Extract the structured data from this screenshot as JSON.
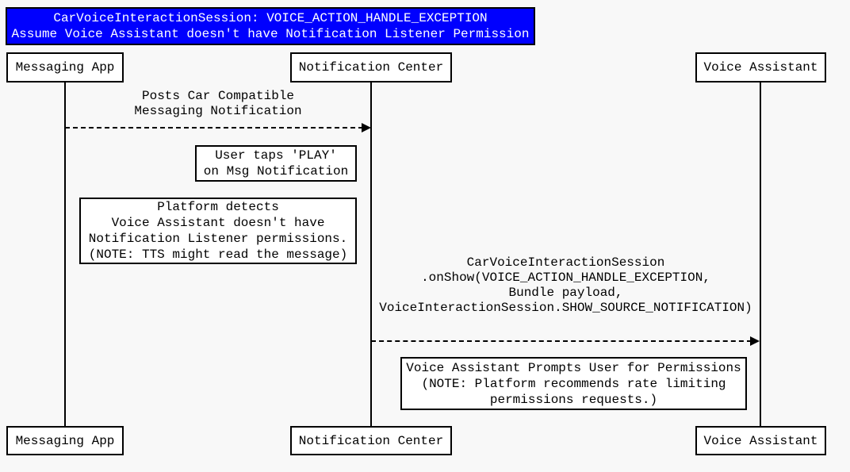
{
  "diagram": {
    "type": "sequence",
    "title": {
      "line1": "CarVoiceInteractionSession: VOICE_ACTION_HANDLE_EXCEPTION",
      "line2": "Assume Voice Assistant doesn't have Notification Listener Permission"
    },
    "actors": [
      {
        "id": "messaging-app",
        "label": "Messaging App"
      },
      {
        "id": "notification-center",
        "label": "Notification Center"
      },
      {
        "id": "voice-assistant",
        "label": "Voice Assistant"
      }
    ],
    "messages": [
      {
        "from": "Messaging App",
        "to": "Notification Center",
        "style": "dashed-arrow",
        "lines": [
          "Posts Car Compatible",
          "Messaging Notification"
        ]
      },
      {
        "from": "Notification Center",
        "to": "Voice Assistant",
        "style": "dashed-arrow",
        "lines": [
          "CarVoiceInteractionSession",
          ".onShow(VOICE_ACTION_HANDLE_EXCEPTION,",
          "Bundle payload,",
          "VoiceInteractionSession.SHOW_SOURCE_NOTIFICATION)"
        ]
      }
    ],
    "notes": [
      {
        "attached_to": "Notification Center",
        "lines": [
          "User taps 'PLAY'",
          "on Msg Notification"
        ]
      },
      {
        "attached_to": "Notification Center",
        "lines": [
          "Platform detects",
          "Voice Assistant doesn't have",
          "Notification Listener permissions.",
          "(NOTE: TTS might read the message)"
        ]
      },
      {
        "attached_to": "Voice Assistant",
        "lines": [
          "Voice Assistant Prompts User for Permissions",
          "(NOTE: Platform recommends rate limiting",
          "permissions requests.)"
        ]
      }
    ],
    "colors": {
      "background": "#f8f8f8",
      "title_fill": "#0000fe",
      "title_text": "#ffffff",
      "box_fill": "#ffffff",
      "line": "#000000"
    }
  }
}
